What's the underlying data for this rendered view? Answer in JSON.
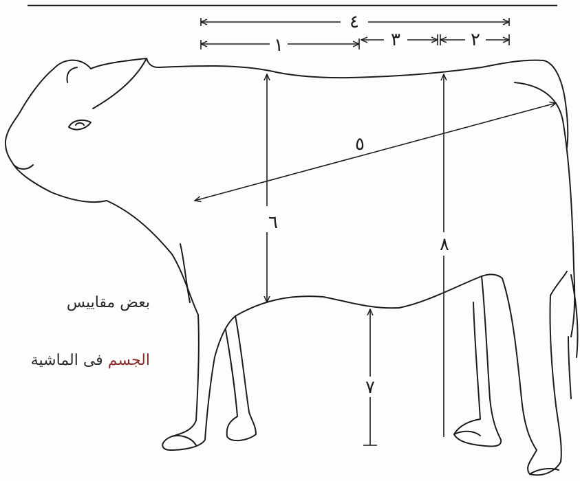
{
  "figure": {
    "caption_line1": "بعض مقاييس",
    "caption_line2_part1": "الجسم",
    "caption_line2_part2": " فى الماشية",
    "measure_labels": {
      "m1": "١",
      "m2": "٢",
      "m3": "٣",
      "m4": "٤",
      "m5": "٥",
      "m6": "٦",
      "m7": "٧",
      "m8": "٨"
    },
    "ink_color": "#1c1c1c",
    "paper_color": "#fdfdfd"
  }
}
